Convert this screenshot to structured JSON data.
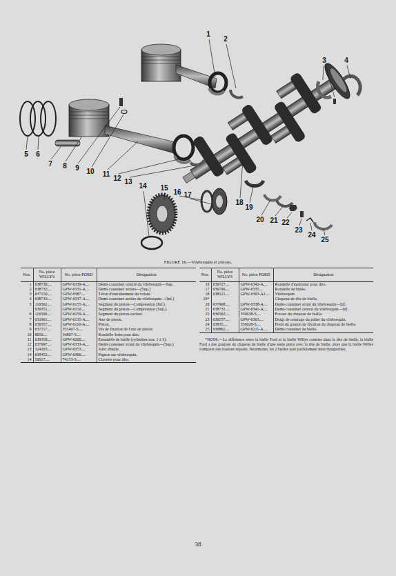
{
  "diagram": {
    "caption": "FIGURE 16.—Vilebrequin et pistons.",
    "labels": [
      "1",
      "2",
      "3",
      "4",
      "5",
      "6",
      "7",
      "8",
      "9",
      "10",
      "11",
      "12",
      "13",
      "14",
      "15",
      "16",
      "17",
      "18",
      "19",
      "20",
      "21",
      "22",
      "23",
      "24",
      "25",
      "Nos.",
      "No. pièce WILLYS",
      "No. pièce FORD",
      "Désignation",
      "1",
      "638730....",
      "GPW-6339-A....",
      "Demi-coussinet central du vilebrequin—Sup.",
      "2",
      "638732....",
      "GPW-6331-A....",
      "Demi-coussinet arrière—(Sup.)",
      "3",
      "637150....",
      "GPW-6387....",
      "Téton d'entraînement du volant.",
      "4",
      "638733....",
      "GPW-6337-A....",
      "Demi-coussinet arrière du vilebrequin—(Inf.)",
      "5",
      "116562....",
      "GPW-6155-A....",
      "Segment du piston—Compression (Inf.).",
      "639351....",
      "GPW-6150....",
      "Segment du piston—Compression (Sup.).",
      "6",
      "116500....",
      "GPW-6159-A....",
      "Segment du piston-racleur.",
      "7",
      "631961....",
      "GPW-6135-A....",
      "Axe de piston.",
      "8",
      "639357....",
      "GPW-6110-A....",
      "Piston.",
      "9",
      "637157....",
      "355407-S....",
      "Vis de fixation de l'axe de piston.",
      "10",
      "8050....",
      "34807-S....",
      "Rondelle-frein pour dito.",
      "11",
      "639358....",
      "GPW-6200....",
      "Ensemble de bielle (cylindres nos. 1 à 3).",
      "12",
      "637097....",
      "GPW-6333-A....",
      "Demi-coussinet avant du vilebrequin—(Sup.)",
      "13",
      "324163....",
      "GPW-6353....",
      "Joint d'huile.",
      "14",
      "639452....",
      "GPW-6306....",
      "Pignon sur vilebrequin.",
      "14",
      "50017....",
      "74153-S....",
      "Clavette pour dito.",
      "Nos.",
      "No. pièce WILLYS",
      "No. pièce FORD",
      "Désignation",
      "16",
      "636727....",
      "GPW-6342-A....",
      "Rondelle d'épaisseur pour dito.",
      "17",
      "636790....",
      "GPW-6335....",
      "Rondelle de butée.",
      "18",
      "638121....",
      "GPW-6303-A1....",
      "Vilebrequin.",
      "19*",
      "Chapeau de tête de bielle.",
      "20",
      "637908....",
      "GPW-6338-A....",
      "Demi-coussinet avant du vilebrequin—Inf.",
      "21",
      "638731....",
      "GPW-6341-A....",
      "Demi-coussinet central du vilebrequin—Inf.",
      "22",
      "636562....",
      "350638-S....",
      "Écrous du chapeau de bielle.",
      "23",
      "636557....",
      "GPW-6363....",
      "Doigt de centrage du palier du vilebrequin.",
      "24",
      "63835....",
      "356028-S....",
      "Frein du goujon de fixation du chapeau de bielle.",
      "25",
      "636862....",
      "GPW-6211-A....",
      "Demi-coussinet de bielle.",
      "*NOTA.—La différence entre la bielle Ford et la bielle Willys consiste dans la tête de bielle; la bielle Ford a des goujons du chapeau de bielle d'une seule pièce avec la tête de bielle, alors que la bielle Willys comporte des boulons séparés. Néanmoins, les 2 bielles sont parfaitement interchangeables.",
      "38"
    ]
  }
}
